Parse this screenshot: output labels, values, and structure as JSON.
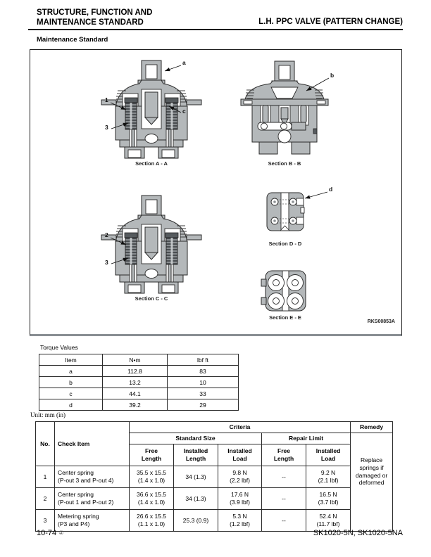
{
  "header": {
    "left_line1": "STRUCTURE, FUNCTION AND",
    "left_line2": "MAINTENANCE STANDARD",
    "right": "L.H. PPC VALVE (PATTERN CHANGE)"
  },
  "section_title": "Maintenance Standard",
  "figure": {
    "ref": "RKS00853A",
    "captions": {
      "aa": "Section A - A",
      "bb": "Section B - B",
      "cc": "Section C - C",
      "dd": "Section D - D",
      "ee": "Section E - E"
    },
    "labels": {
      "a": "a",
      "b": "b",
      "c": "c",
      "d": "d",
      "n1": "1",
      "n2": "2",
      "n3": "3"
    },
    "colors": {
      "body_gray": "#b4b8ba",
      "outline": "#2a2a2a"
    }
  },
  "torque": {
    "title": "Torque Values",
    "headers": [
      "Item",
      "N•m",
      "lbf ft"
    ],
    "rows": [
      {
        "item": "a",
        "nm": "112.8",
        "lbf": "83"
      },
      {
        "item": "b",
        "nm": "13.2",
        "lbf": "10"
      },
      {
        "item": "c",
        "nm": "44.1",
        "lbf": "33"
      },
      {
        "item": "d",
        "nm": "39.2",
        "lbf": "29"
      }
    ]
  },
  "unit_note": "Unit: mm (in)",
  "crit": {
    "headers": {
      "no": "No.",
      "check_item": "Check Item",
      "criteria": "Criteria",
      "standard_size": "Standard Size",
      "repair_limit": "Repair Limit",
      "remedy": "Remedy"
    },
    "standard_cols": [
      "Free Length",
      "Installed Length",
      "Installed Load"
    ],
    "repair_cols": [
      "Free Length",
      "Installed Load"
    ],
    "rows": [
      {
        "no": "1",
        "item": [
          "Center spring",
          "(P-out 3 and P-out 4)"
        ],
        "free": [
          "35.5 x 15.5",
          "(1.4 x 1.0)"
        ],
        "inst_len": "34 (1.3)",
        "load": [
          "9.8 N",
          "(2.2 lbf)"
        ],
        "rep_free": "--",
        "rep_load": [
          "9.2 N",
          "(2.1 lbf)"
        ]
      },
      {
        "no": "2",
        "item": [
          "Center spring",
          "(P-out 1 and P-out 2)"
        ],
        "free": [
          "36.6 x 15.5",
          "(1.4 x 1.0)"
        ],
        "inst_len": "34 (1.3)",
        "load": [
          "17.6 N",
          "(3.9 lbf)"
        ],
        "rep_free": "--",
        "rep_load": [
          "16.5 N",
          "(3.7 lbf)"
        ]
      },
      {
        "no": "3",
        "item": [
          "Metering spring",
          "(P3 and P4)"
        ],
        "free": [
          "26.6 x 15.5",
          "(1.1 x 1.0)"
        ],
        "inst_len": "25.3 (0.9)",
        "load": [
          "5.3 N",
          "(1.2 lbf)"
        ],
        "rep_free": "--",
        "rep_load": [
          "52.4 N",
          "(11.7 lbf)"
        ]
      }
    ],
    "remedy_lines": [
      "Replace",
      "springs if",
      "damaged or",
      "deformed"
    ]
  },
  "footer": {
    "page": "10-74",
    "mark": "②",
    "model": "SK1020-5N, SK1020-5NA"
  }
}
